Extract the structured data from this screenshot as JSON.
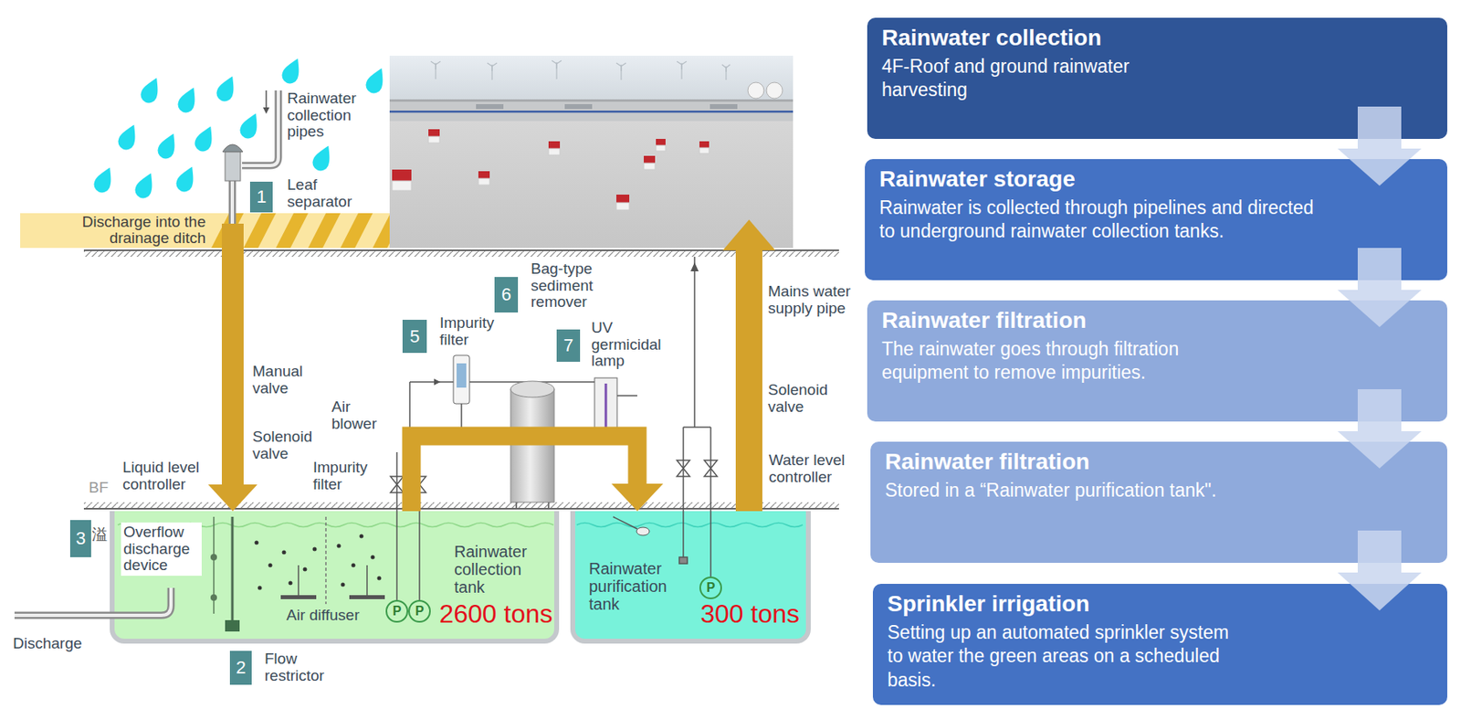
{
  "diagram": {
    "nodes": [
      {
        "text": [
          "Discharge into the drainage ditch"
        ]
      },
      {
        "text": [
          "1"
        ]
      },
      {
        "text": [
          "6"
        ]
      },
      {
        "text": [
          "5"
        ]
      },
      {
        "text": [
          "7"
        ]
      },
      {
        "text": [
          "3"
        ]
      },
      {
        "text": [
          "Rainwater collection tank",
          "2600 tons"
        ]
      },
      {
        "text": [
          "P"
        ],
        "in": 6
      },
      {
        "text": [
          "P"
        ],
        "in": 6
      },
      {
        "text": [
          "Rainwater purification tank",
          "300 tons"
        ]
      },
      {
        "text": [
          "P"
        ],
        "in": 9
      },
      {
        "text": [
          "2"
        ]
      },
      {
        "text": [
          "Rainwater collection",
          "4F-Roof and ground rainwater harvesting"
        ]
      },
      {
        "text": [
          "Rainwater storage",
          "Rainwater is collected through pipelines and directed to underground rainwater collection tanks."
        ]
      },
      {
        "text": [
          "Rainwater filtration",
          "The rainwater goes through filtration equipment to remove impurities."
        ]
      },
      {
        "text": [
          "Rainwater filtration",
          "Stored in a “Rainwater purification tank\"."
        ]
      },
      {
        "text": [
          "Sprinkler irrigation",
          "Setting up an automated sprinkler system to water the green areas on a scheduled basis."
        ]
      }
    ],
    "edges": [
      {
        "from": 6,
        "to": 9,
        "arrow": "to"
      },
      {
        "from": 12,
        "to": 13,
        "arrow": "to"
      },
      {
        "from": 13,
        "to": 14,
        "arrow": "to"
      },
      {
        "from": 14,
        "to": 15,
        "arrow": "to"
      },
      {
        "from": 15,
        "to": 16,
        "arrow": "to"
      }
    ],
    "labels": [
      "Rainwater collection pipes",
      "Leaf separator",
      "Bag-type sediment remover",
      "Impurity filter",
      "UV germicidal lamp",
      "Mains water supply pipe",
      "Manual valve",
      "Air blower",
      "Solenoid valve",
      "Solenoid valve",
      "Liquid level controller",
      "Impurity filter",
      "Water level controller",
      "BF",
      "溢",
      "Overflow discharge device",
      "Air diffuser",
      "Discharge",
      "Flow restrictor"
    ]
  }
}
